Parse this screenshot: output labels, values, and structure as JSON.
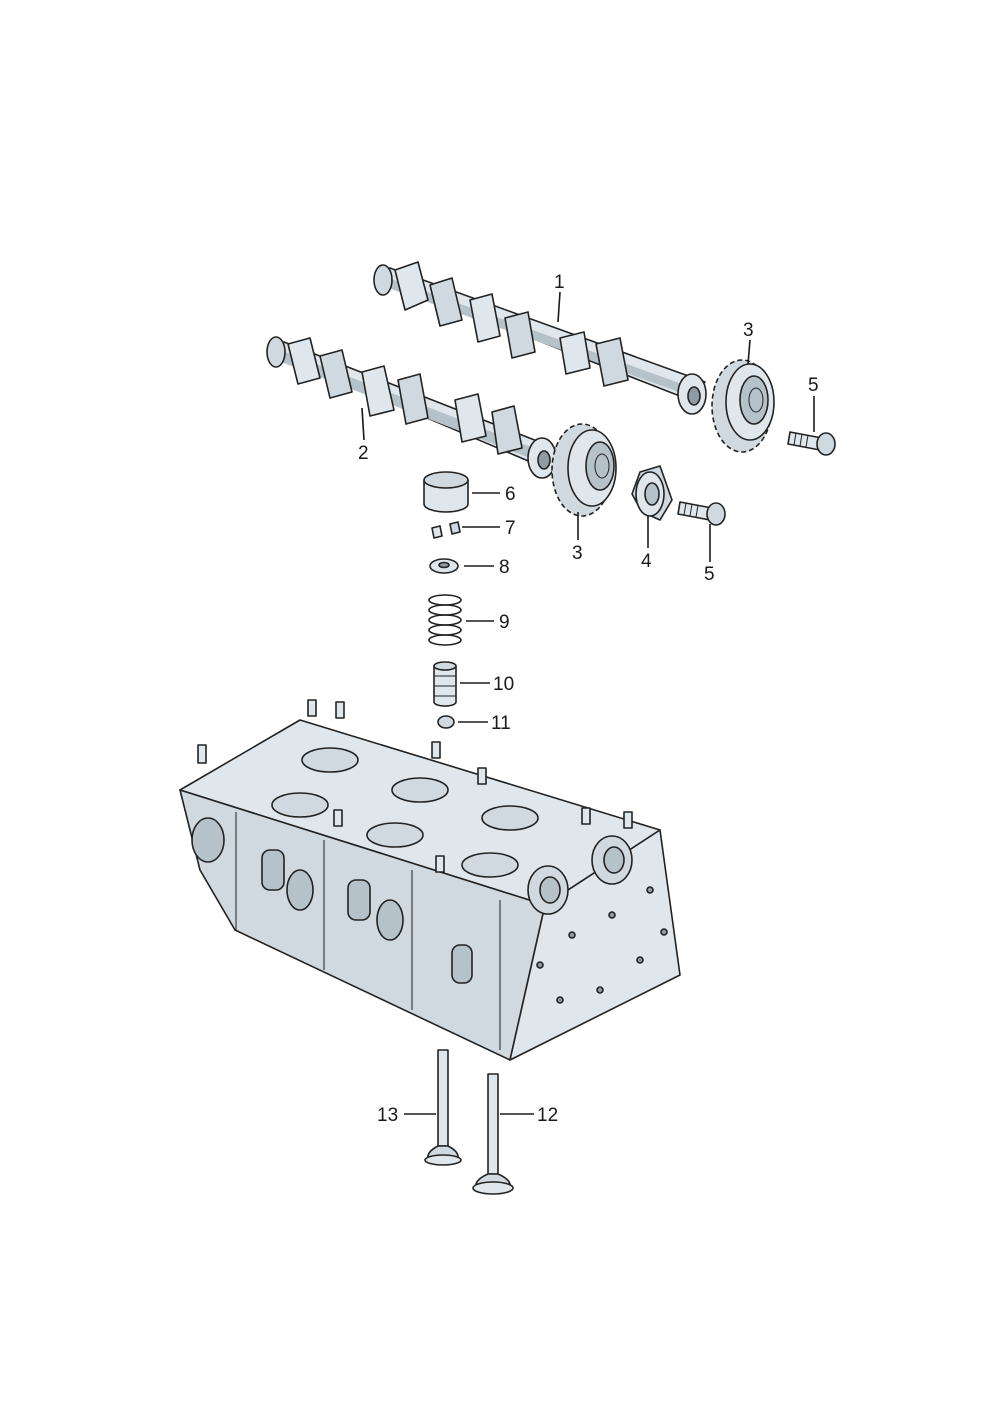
{
  "diagram": {
    "callouts": [
      "1",
      "2",
      "3",
      "3",
      "4",
      "5",
      "5",
      "6",
      "7",
      "8",
      "9",
      "10",
      "11",
      "12",
      "13"
    ],
    "colors": {
      "part_fill": "#dfe7ec",
      "part_shade": "#b6c2c9",
      "outline": "#222222",
      "label": "#1a1a1a"
    }
  }
}
